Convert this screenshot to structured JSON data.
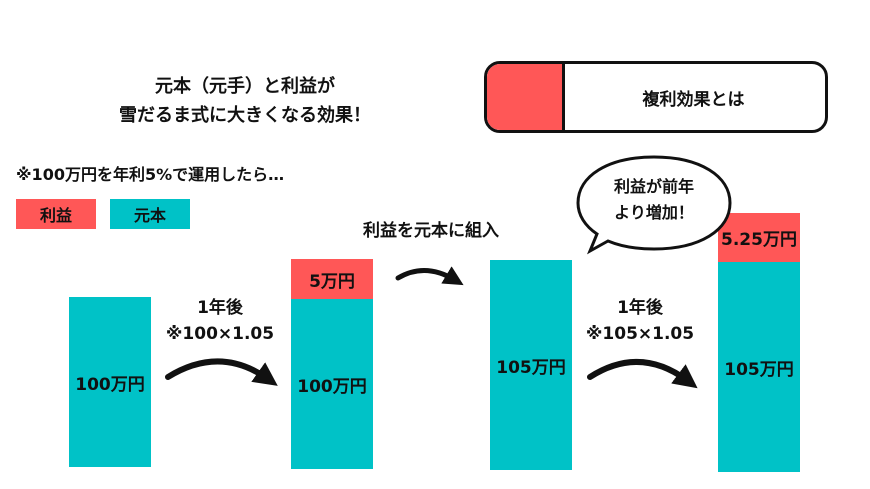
{
  "title_box": {
    "text": "複利効果とは"
  },
  "intro": {
    "line1": "元本（元手）と利益が",
    "line2": "雪だるま式に大きくなる効果！"
  },
  "note": "※100万円を年利5%で運用したら…",
  "legend": {
    "profit": "利益",
    "principal": "元本"
  },
  "bars": {
    "b1": {
      "principal": "100万円"
    },
    "b2": {
      "profit": "5万円",
      "principal": "100万円"
    },
    "b3": {
      "principal": "105万円"
    },
    "b4": {
      "profit": "5.25万円",
      "principal": "105万円"
    }
  },
  "steps": {
    "s1": {
      "line1": "1年後",
      "line2": "※100×1.05"
    },
    "s2": {
      "line1": "1年後",
      "line2": "※105×1.05"
    }
  },
  "combine_label": "利益を元本に組入",
  "bubble": {
    "line1": "利益が前年",
    "line2": "より増加！"
  },
  "colors": {
    "principal": "#00c2c7",
    "profit": "#ff5757",
    "outline": "#111111"
  }
}
